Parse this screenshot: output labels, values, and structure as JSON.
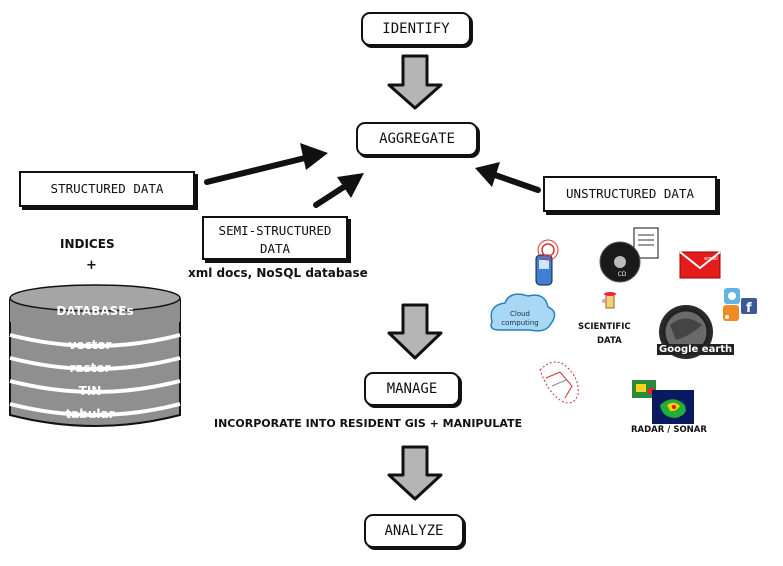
{
  "flow": {
    "identify": "IDENTIFY",
    "aggregate": "AGGREGATE",
    "manage": "MANAGE",
    "analyze": "ANALYZE"
  },
  "sources": {
    "structured": "STRUCTURED DATA",
    "semi_line1": "SEMI-STRUCTURED",
    "semi_line2": "DATA",
    "semi_examples": "xml docs, NoSQL database",
    "unstructured": "UNSTRUCTURED DATA"
  },
  "structured_detail": {
    "indices": "INDICES",
    "plus": "+",
    "databases": "DATABASEs",
    "layers": [
      "vector",
      "raster",
      "TIN",
      "tabular"
    ]
  },
  "manage_detail": "INCORPORATE INTO RESIDENT GIS  + MANIPULATE",
  "unstructured_icons": {
    "cloud": [
      "Cloud",
      "computing"
    ],
    "scientific": [
      "SCIENTIFIC",
      "DATA"
    ],
    "google_earth": "Google earth",
    "radar": "RADAR / SONAR",
    "cd": "CD",
    "email": "email"
  },
  "colors": {
    "arrow_fill": "#b5b5b5",
    "disc_fill": "#8f8f8f",
    "stroke": "#111111"
  }
}
